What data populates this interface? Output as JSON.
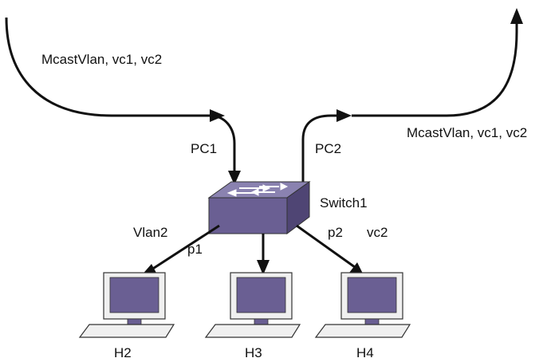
{
  "labels": {
    "incoming_traffic": "McastVlan, vc1, vc2",
    "outgoing_traffic": "McastVlan, vc1, vc2",
    "pc1": "PC1",
    "pc2": "PC2",
    "switch": "Switch1",
    "vlan2": "Vlan2",
    "p1": "p1",
    "p2": "p2",
    "vc2": "vc2",
    "h2": "H2",
    "h3": "H3",
    "h4": "H4"
  },
  "colors": {
    "switch_top": "#8a82b0",
    "switch_front": "#6a5f93",
    "switch_side": "#4f4574",
    "monitor_screen": "#6a5f93",
    "device_light": "#f0f0f0",
    "device_outline": "#333333",
    "line": "#111111"
  },
  "icons": [
    "network-switch-icon",
    "computer-icon"
  ]
}
